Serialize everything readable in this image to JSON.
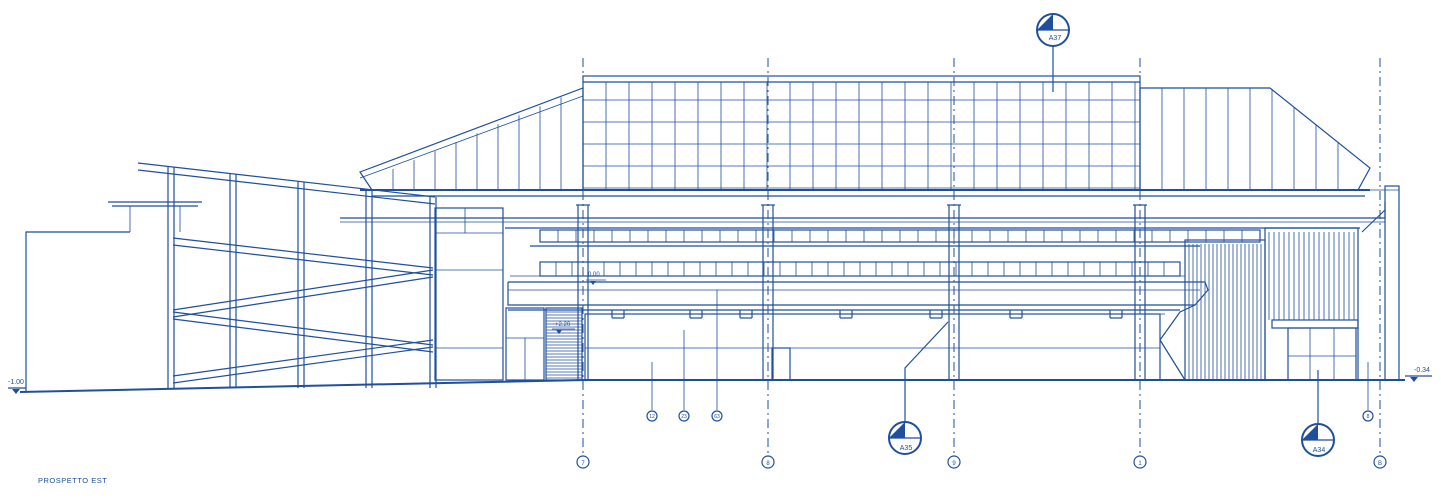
{
  "drawing": {
    "title": "PROSPETTO EST",
    "color": "#1f4f9e"
  },
  "levels": {
    "left": "-1.00",
    "right": "-0.34",
    "mid": "+2.20",
    "inner": "0.00"
  },
  "grid_axes": [
    "7",
    "8",
    "9",
    "1",
    "B"
  ],
  "section_marks": [
    "A37",
    "A35",
    "A34"
  ],
  "detail_callouts": [
    "12",
    "23",
    "63",
    "8"
  ]
}
